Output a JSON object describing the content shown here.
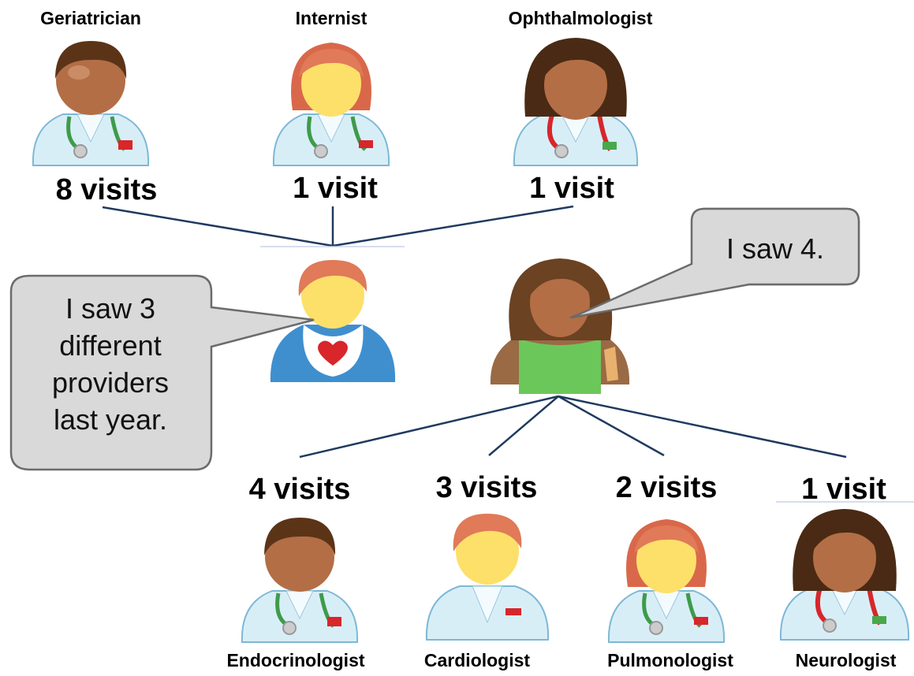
{
  "top": [
    {
      "role": "Geriatrician",
      "visits": "8 visits"
    },
    {
      "role": "Internist",
      "visits": "1 visit"
    },
    {
      "role": "Ophthalmologist",
      "visits": "1 visit"
    }
  ],
  "bottom": [
    {
      "role": "Endocrinologist",
      "visits": "4 visits"
    },
    {
      "role": "Cardiologist",
      "visits": "3 visits"
    },
    {
      "role": "Pulmonologist",
      "visits": "2 visits"
    },
    {
      "role": "Neurologist",
      "visits": "1 visit"
    }
  ],
  "bubbles": {
    "left": [
      "I saw 3",
      "different",
      "providers",
      "last year."
    ],
    "right": "I saw 4."
  },
  "colors": {
    "line": "#1f3a5f",
    "bubble_fill": "#d9d9d9",
    "bubble_stroke": "#6b6b6b"
  }
}
